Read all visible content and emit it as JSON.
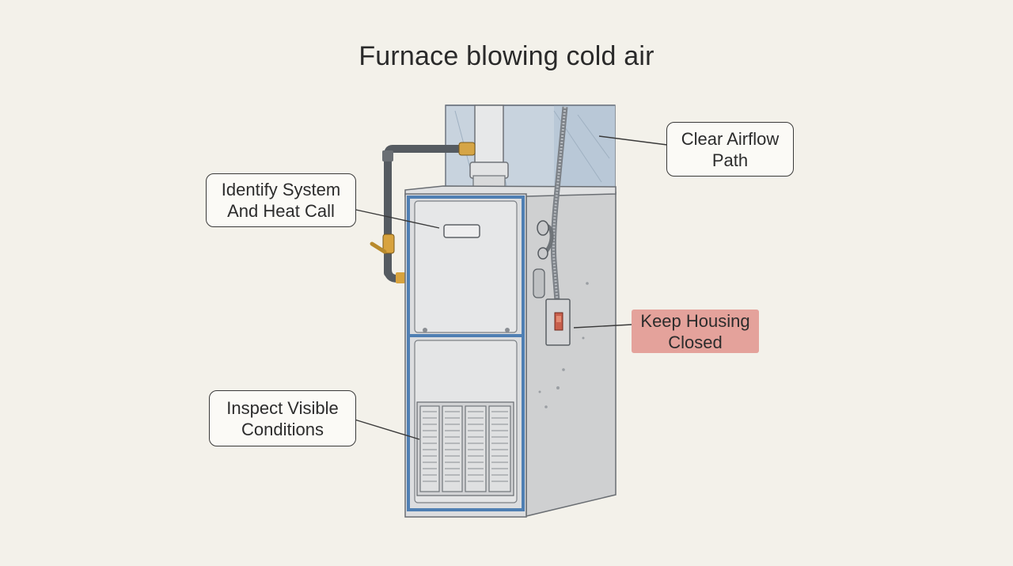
{
  "title": "Furnace blowing cold air",
  "callouts": {
    "identify": {
      "line1": "Identify System",
      "line2": "And Heat Call"
    },
    "airflow": {
      "line1": "Clear Airflow",
      "line2": "Path"
    },
    "housing": {
      "line1": "Keep Housing",
      "line2": "Closed"
    },
    "inspect": {
      "line1": "Inspect Visible",
      "line2": "Conditions"
    }
  },
  "colors": {
    "background": "#f3f1ea",
    "cabinet": "#d9dadb",
    "trim": "#4f7fb3",
    "warning": "#e4a29b"
  }
}
